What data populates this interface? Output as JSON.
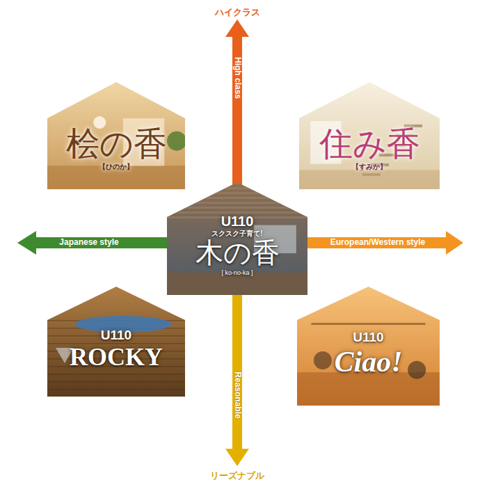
{
  "diagram": {
    "nodes": [
      {
        "text": [
          "桧の香",
          "【ひのか】"
        ]
      },
      {
        "text": [
          "住み香",
          "【すみか】"
        ]
      },
      {
        "text": [
          "U110",
          "スクスク子育て!",
          "木の香",
          "[ ko-no-ka ]"
        ]
      },
      {
        "text": [
          "U110",
          "ROCKY"
        ]
      },
      {
        "text": [
          "U110",
          "Ciao!"
        ]
      }
    ],
    "labels": [
      "ハイクラス",
      "High class",
      "Japanese style",
      "European/Western style",
      "Reasonable",
      "リーズナブル"
    ]
  }
}
